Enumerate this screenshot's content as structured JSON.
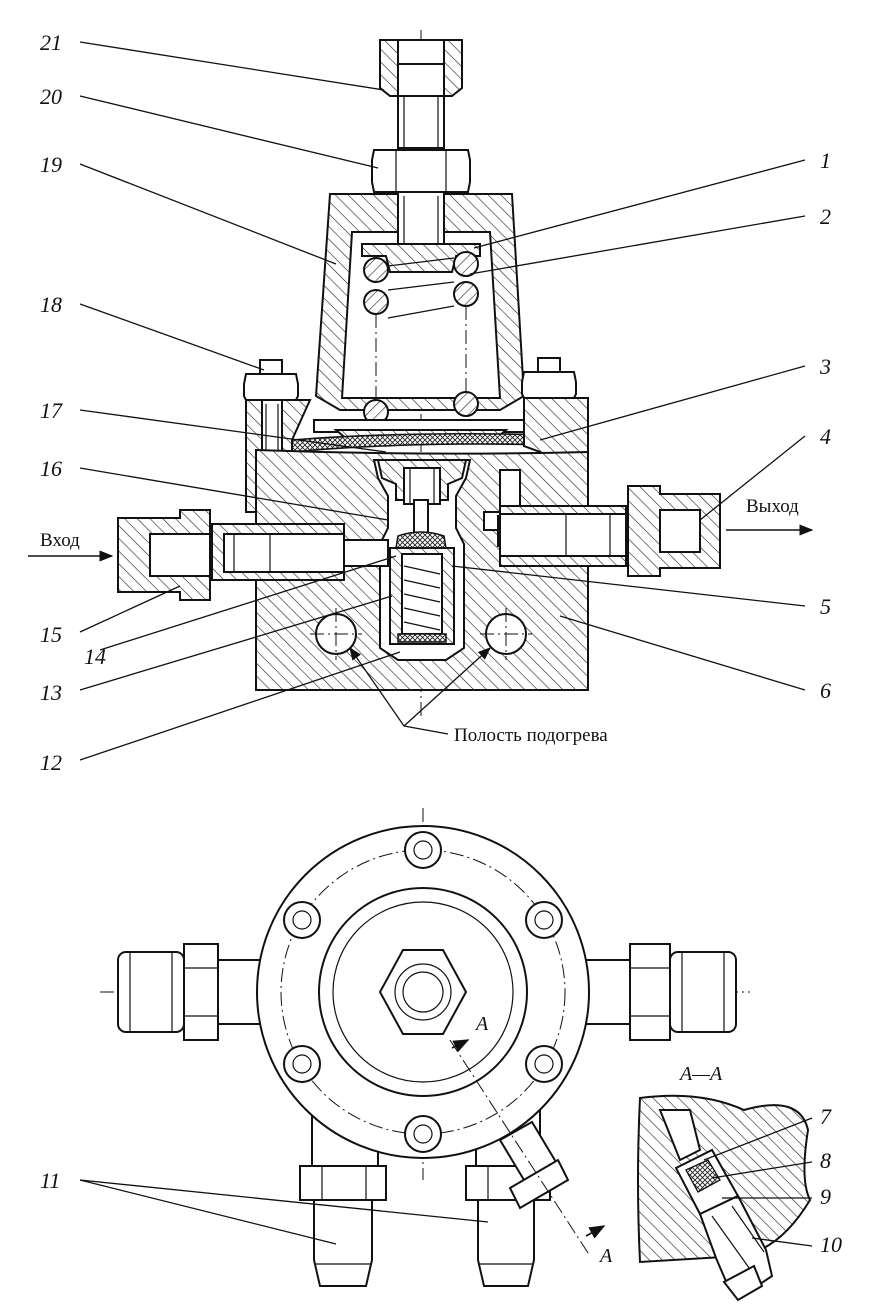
{
  "labels": {
    "l1": "1",
    "l2": "2",
    "l3": "3",
    "l4": "4",
    "l5": "5",
    "l6": "6",
    "l7": "7",
    "l8": "8",
    "l9": "9",
    "l10": "10",
    "l11": "11",
    "l12": "12",
    "l13": "13",
    "l14": "14",
    "l15": "15",
    "l16": "16",
    "l17": "17",
    "l18": "18",
    "l19": "19",
    "l20": "20",
    "l21": "21"
  },
  "text": {
    "inlet": "Вход",
    "outlet": "Выход",
    "heating_cavity": "Полость подогрева",
    "section_title": "А—А",
    "section_mark_a": "А"
  }
}
